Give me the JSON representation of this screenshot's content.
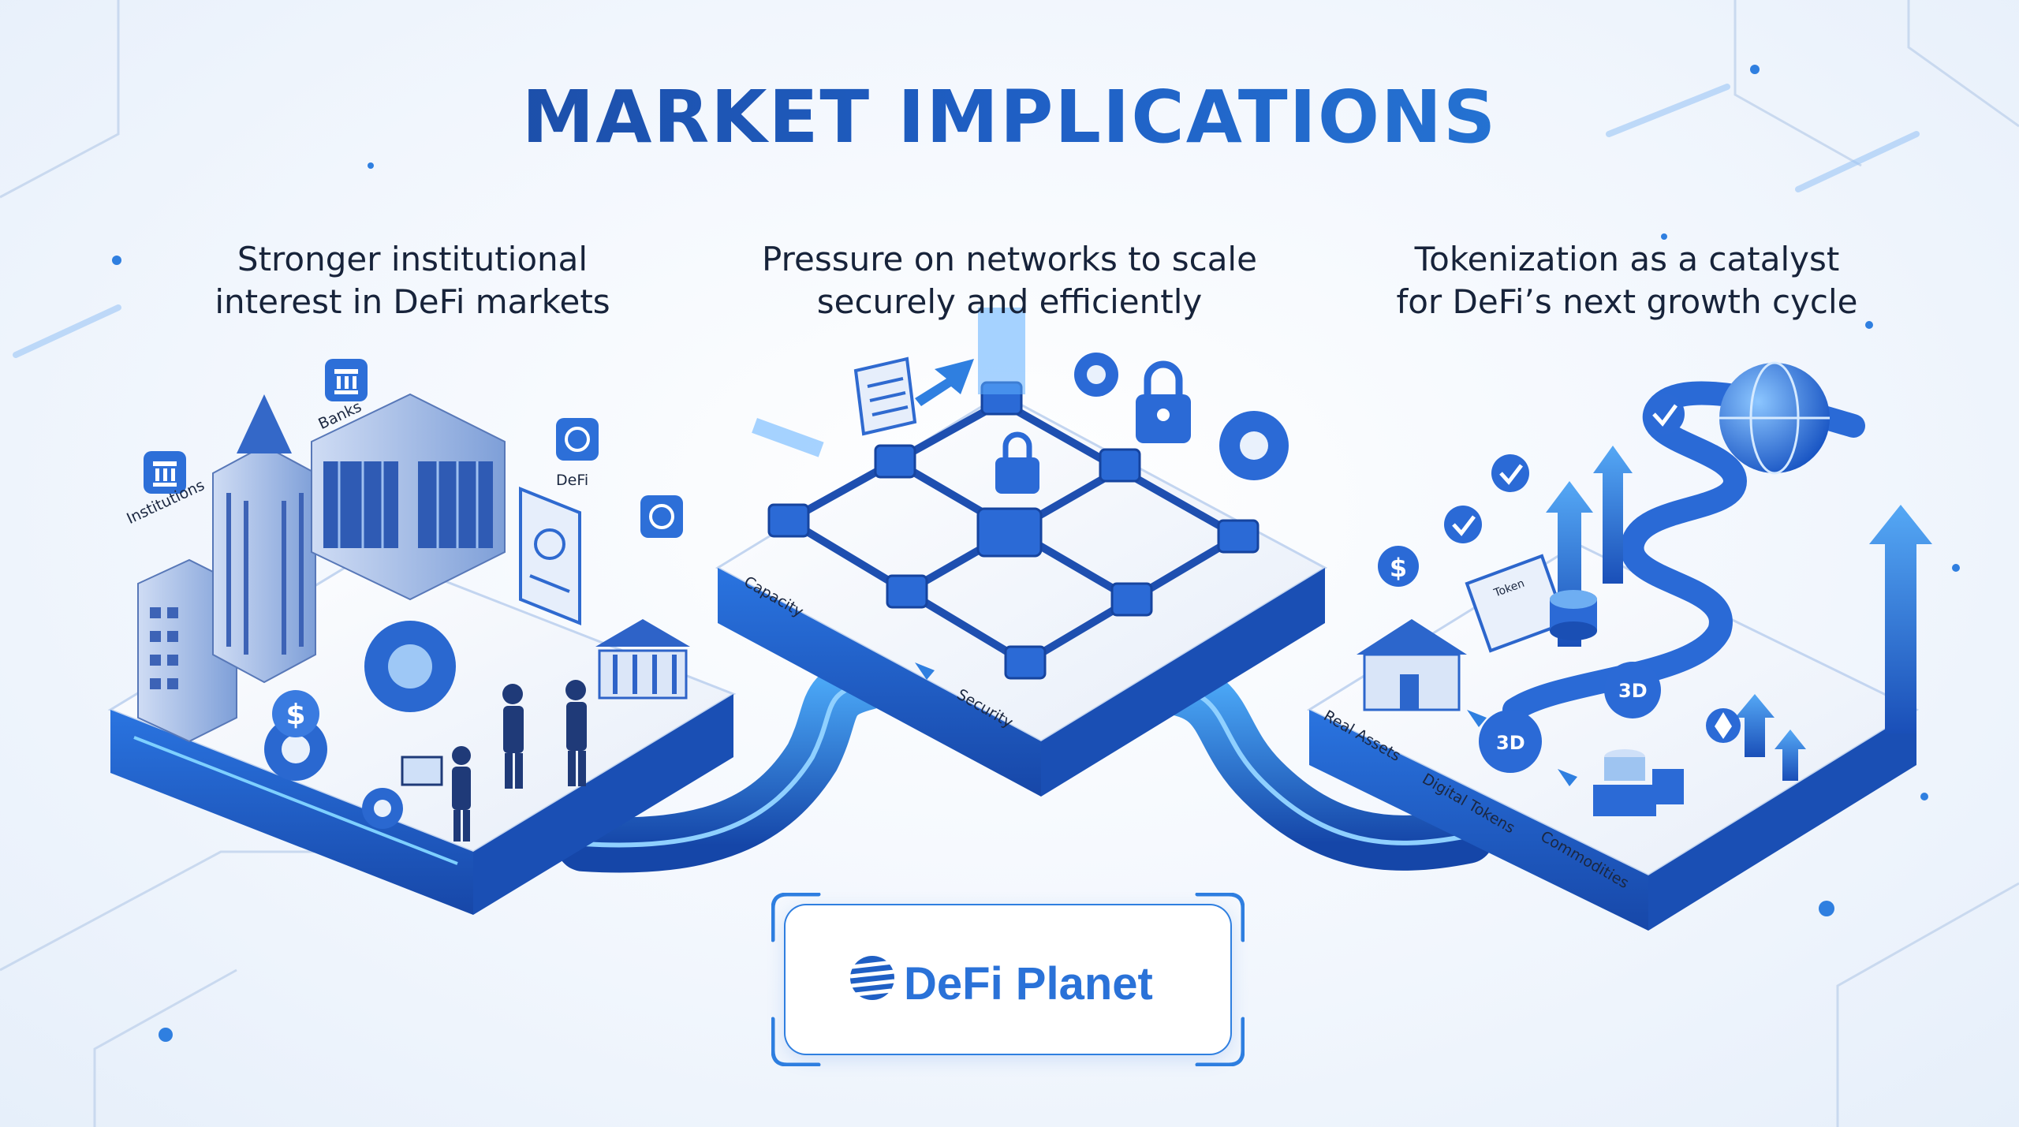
{
  "title": "MARKET IMPLICATIONS",
  "columns": [
    {
      "caption_line1": "Stronger institutional",
      "caption_line2": "interest in DeFi markets",
      "labels": {
        "institutions": "Institutions",
        "banks": "Banks",
        "defi": "DeFi"
      }
    },
    {
      "caption_line1": "Pressure on networks to scale",
      "caption_line2": "securely and efficiently",
      "labels": {
        "capacity": "Capacity",
        "security": "Security"
      }
    },
    {
      "caption_line1": "Tokenization as a catalyst",
      "caption_line2": "for DeFi’s next growth cycle",
      "labels": {
        "real_assets": "Real Assets",
        "digital_tokens": "Digital Tokens",
        "commodities": "Commodities",
        "token_card": "Token",
        "coin_3d_a": "3D",
        "coin_3d_b": "3D"
      }
    }
  ],
  "logo": {
    "text": "DeFi Planet"
  },
  "icons": [
    "institution-icon",
    "bank-icon",
    "defi-icon",
    "dollar-icon",
    "gear-icon",
    "handshake-icon",
    "document-icon",
    "lock-icon",
    "padlock-icon",
    "chain-icon",
    "house-icon",
    "checkmark-icon",
    "globe-icon",
    "growth-arrow-icon",
    "coin-icon",
    "ethereum-icon"
  ],
  "colors": {
    "primary": "#1f5fc4",
    "accent": "#2f8fe8",
    "dark": "#17233a",
    "platform_top": "#f3f7fd",
    "platform_side": "#1d5cc8"
  }
}
